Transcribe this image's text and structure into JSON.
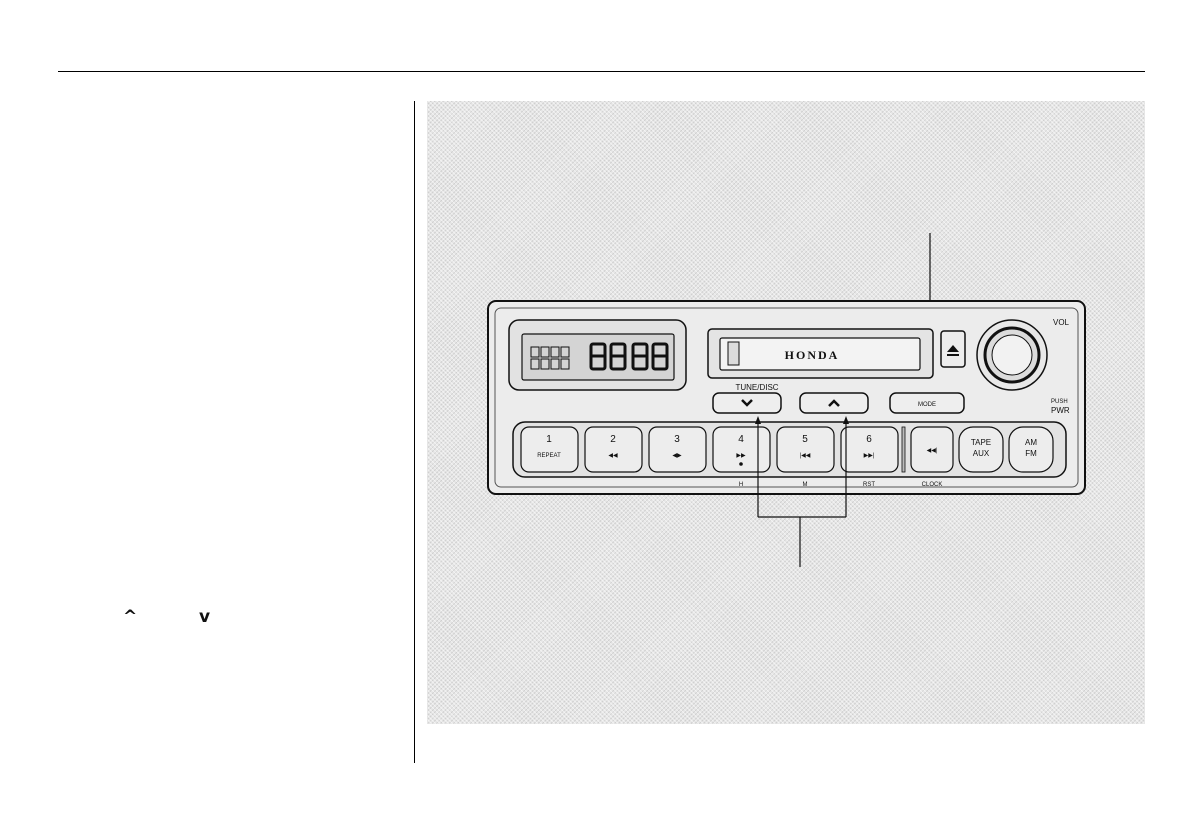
{
  "radio": {
    "brand": "HONDA",
    "tune_disc_label": "TUNE/DISC",
    "mode_label": "MODE",
    "vol_label": "VOL",
    "pwr_label_1": "PUSH",
    "pwr_label_2": "PWR",
    "preset_buttons": [
      {
        "number": "1",
        "sub": "REPEAT"
      },
      {
        "number": "2",
        "sub": "◀◀"
      },
      {
        "number": "3",
        "sub": "◀▶"
      },
      {
        "number": "4",
        "sub": "▶▶"
      },
      {
        "number": "5",
        "sub": "|◀◀"
      },
      {
        "number": "6",
        "sub": "▶▶|"
      }
    ],
    "seek_icon_sub": "◀◀|",
    "tape_aux_label_1": "TAPE",
    "tape_aux_label_2": "AUX",
    "am_fm_label_1": "AM",
    "am_fm_label_2": "FM",
    "clock_h": "H",
    "clock_m": "M",
    "clock_rst": "RST",
    "clock_label": "CLOCK"
  },
  "icons": {
    "up": "chevron-up-icon",
    "down": "chevron-down-icon",
    "eject": "eject-icon"
  }
}
